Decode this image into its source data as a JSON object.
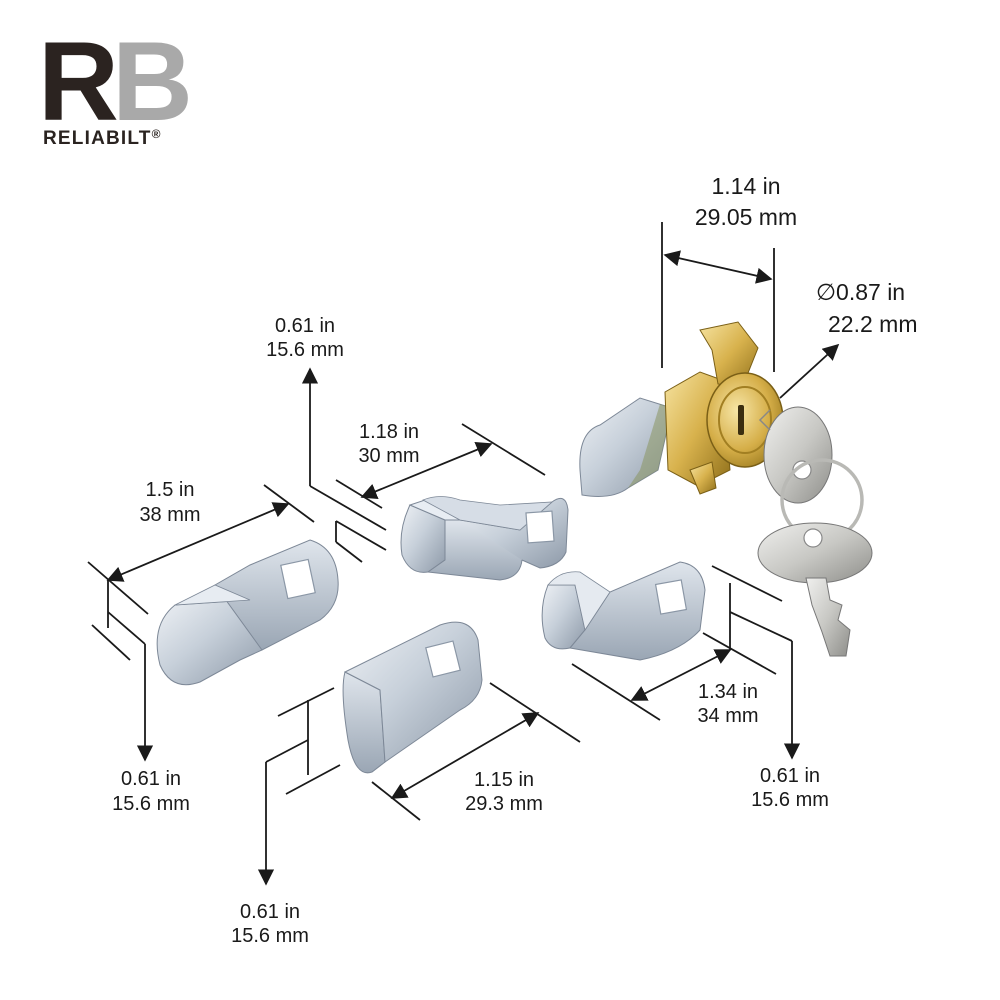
{
  "brand": {
    "monogram_r": "R",
    "monogram_b": "B",
    "name": "RELIABILT",
    "registered_mark": "®",
    "colors": {
      "r": "#2b2320",
      "b": "#a9a9a9"
    }
  },
  "dimensions": {
    "housing_length": {
      "in": "1.14 in",
      "mm": "29.05 mm"
    },
    "housing_diameter": {
      "symbol": "∅",
      "in": "0.87 in",
      "mm": "22.2 mm"
    },
    "cam_top_height": {
      "in": "0.61 in",
      "mm": "15.6 mm"
    },
    "cam_top_length": {
      "in": "1.18 in",
      "mm": "30 mm"
    },
    "cam_left_length": {
      "in": "1.5 in",
      "mm": "38 mm"
    },
    "cam_left_height": {
      "in": "0.61 in",
      "mm": "15.6 mm"
    },
    "cam_right_length": {
      "in": "1.34 in",
      "mm": "34 mm"
    },
    "cam_right_height": {
      "in": "0.61 in",
      "mm": "15.6 mm"
    },
    "cam_bottom_length": {
      "in": "1.15 in",
      "mm": "29.3 mm"
    },
    "cam_bottom_height": {
      "in": "0.61 in",
      "mm": "15.6 mm"
    }
  },
  "colors": {
    "zinc_light": "#e2e7ee",
    "zinc_mid": "#b9c3cf",
    "zinc_dark": "#8793a2",
    "brass_light": "#f3dc8e",
    "brass_mid": "#d7b24a",
    "brass_dark": "#9b7a1f",
    "key_light": "#e4e4e1",
    "key_dark": "#9a9a96"
  }
}
